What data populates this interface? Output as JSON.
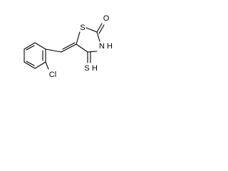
{
  "structure": {
    "atoms": {
      "chlorine": "Cl",
      "ring_sulfur": "S",
      "carbonyl_oxygen": "O",
      "ring_nitrogen": "N",
      "nitrogen_hydrogen": "H",
      "thione_sulfur": "S",
      "thione_hydrogen": "H"
    }
  }
}
